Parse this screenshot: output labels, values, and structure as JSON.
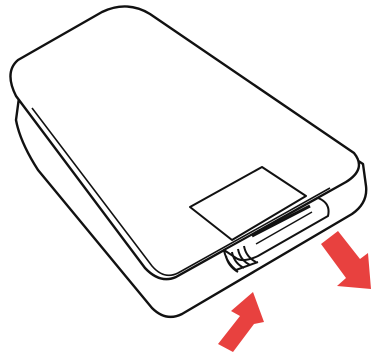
{
  "figure": {
    "subject": "device-with-removable-cover",
    "colors": {
      "background": "#ffffff",
      "outline": "#111111",
      "fill": "#ffffff",
      "arrow": "#e8413f"
    },
    "arrows": [
      {
        "role": "push-latch",
        "icon": "arrow-up-right-icon"
      },
      {
        "role": "slide-cover-off",
        "icon": "arrow-down-right-icon"
      }
    ]
  }
}
